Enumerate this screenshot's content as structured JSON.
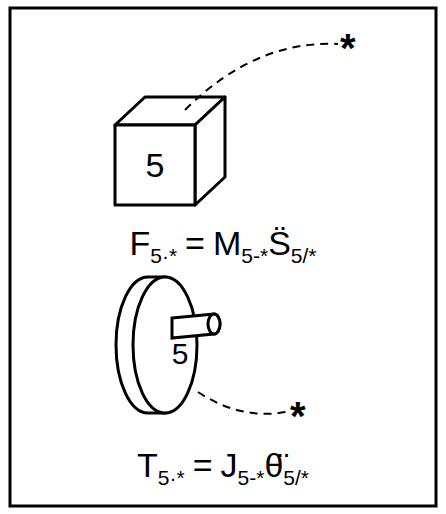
{
  "diagram": {
    "nodes": [
      {
        "text": [
          "5"
        ]
      },
      {
        "text": [
          "5"
        ]
      }
    ],
    "labels": [
      "*",
      "F",
      "5·*",
      "=",
      "M",
      "5-*",
      "S̈",
      "5/*",
      "*",
      "T",
      "5·*",
      "=",
      "J",
      "5-*",
      "θ̈",
      "5/*"
    ]
  }
}
